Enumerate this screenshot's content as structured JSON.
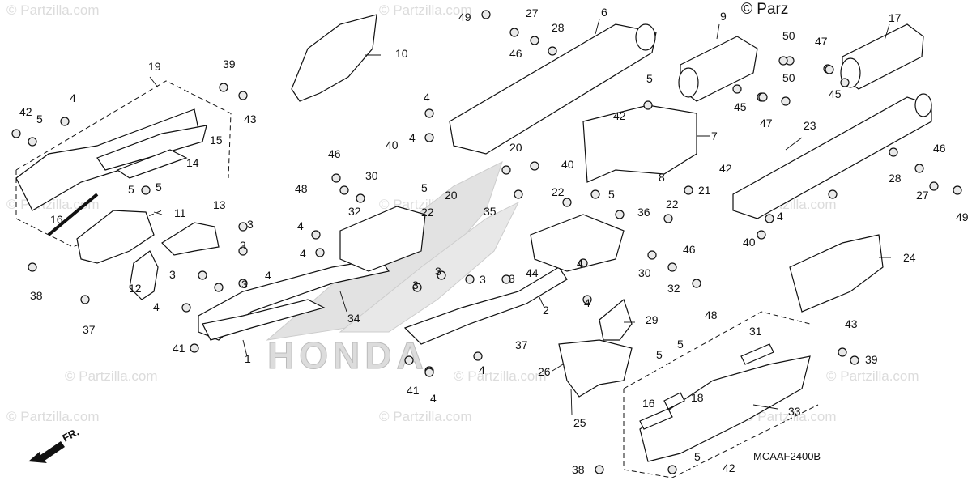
{
  "diagram": {
    "copyright_corner": "© Parz",
    "watermark_text": "© Partzilla.com",
    "brand_watermark": "HONDA",
    "direction_label": "FR.",
    "diagram_code": "MCAAF2400B",
    "callouts": [
      "1",
      "2",
      "3",
      "3",
      "3",
      "3",
      "3",
      "3",
      "3",
      "3",
      "4",
      "4",
      "4",
      "4",
      "4",
      "4",
      "4",
      "4",
      "4",
      "4",
      "4",
      "4",
      "5",
      "5",
      "5",
      "5",
      "5",
      "5",
      "5",
      "5",
      "5",
      "6",
      "7",
      "8",
      "9",
      "10",
      "11",
      "12",
      "13",
      "14",
      "15",
      "16",
      "16",
      "17",
      "18",
      "19",
      "20",
      "20",
      "21",
      "22",
      "22",
      "22",
      "23",
      "24",
      "25",
      "26",
      "27",
      "27",
      "28",
      "28",
      "29",
      "30",
      "30",
      "31",
      "32",
      "32",
      "33",
      "34",
      "35",
      "36",
      "37",
      "37",
      "38",
      "38",
      "39",
      "39",
      "40",
      "40",
      "40",
      "41",
      "41",
      "42",
      "42",
      "42",
      "42",
      "43",
      "43",
      "44",
      "45",
      "45",
      "46",
      "46",
      "46",
      "46",
      "47",
      "47",
      "48",
      "48",
      "49",
      "49",
      "50",
      "50"
    ]
  }
}
